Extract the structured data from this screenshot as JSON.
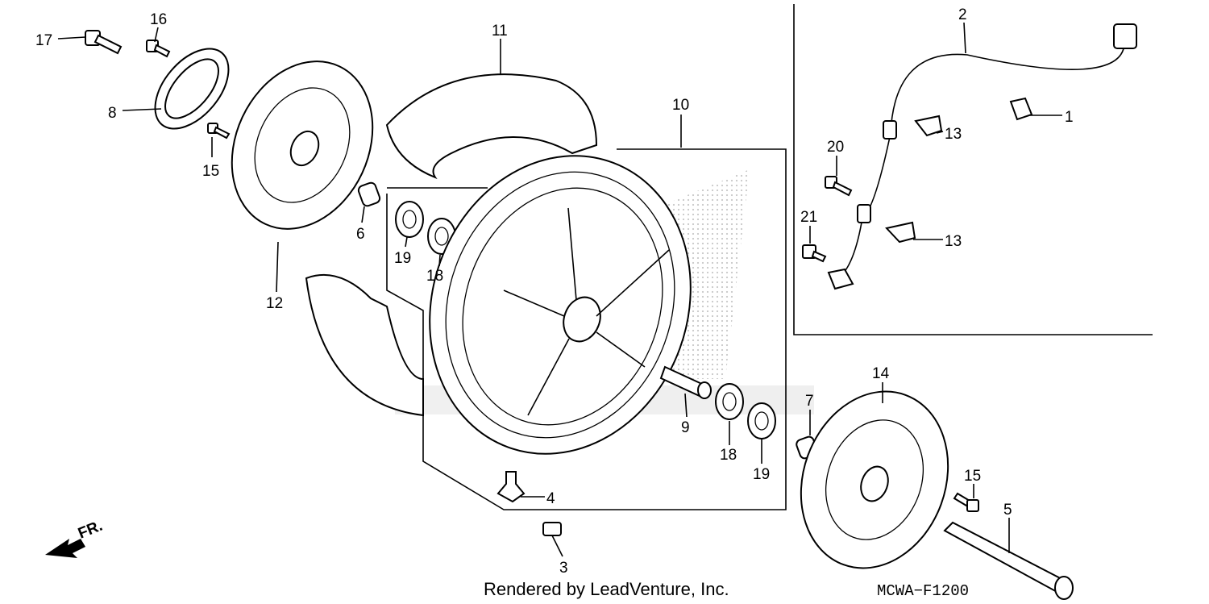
{
  "callouts": {
    "c1": "1",
    "c2": "2",
    "c3": "3",
    "c4": "4",
    "c5": "5",
    "c6": "6",
    "c7": "7",
    "c8": "8",
    "c9": "9",
    "c10": "10",
    "c11": "11",
    "c12": "12",
    "c13a": "13",
    "c13b": "13",
    "c14": "14",
    "c15a": "15",
    "c15b": "15",
    "c16": "16",
    "c17": "17",
    "c18a": "18",
    "c18b": "18",
    "c19a": "19",
    "c19b": "19",
    "c20": "20",
    "c21": "21"
  },
  "direction_label": "FR.",
  "credit": "Rendered by LeadVenture, Inc.",
  "diagram_code": "MCWA−F1200",
  "colors": {
    "ink": "#000000",
    "background": "#ffffff",
    "watermark": "#b8b8b8"
  }
}
